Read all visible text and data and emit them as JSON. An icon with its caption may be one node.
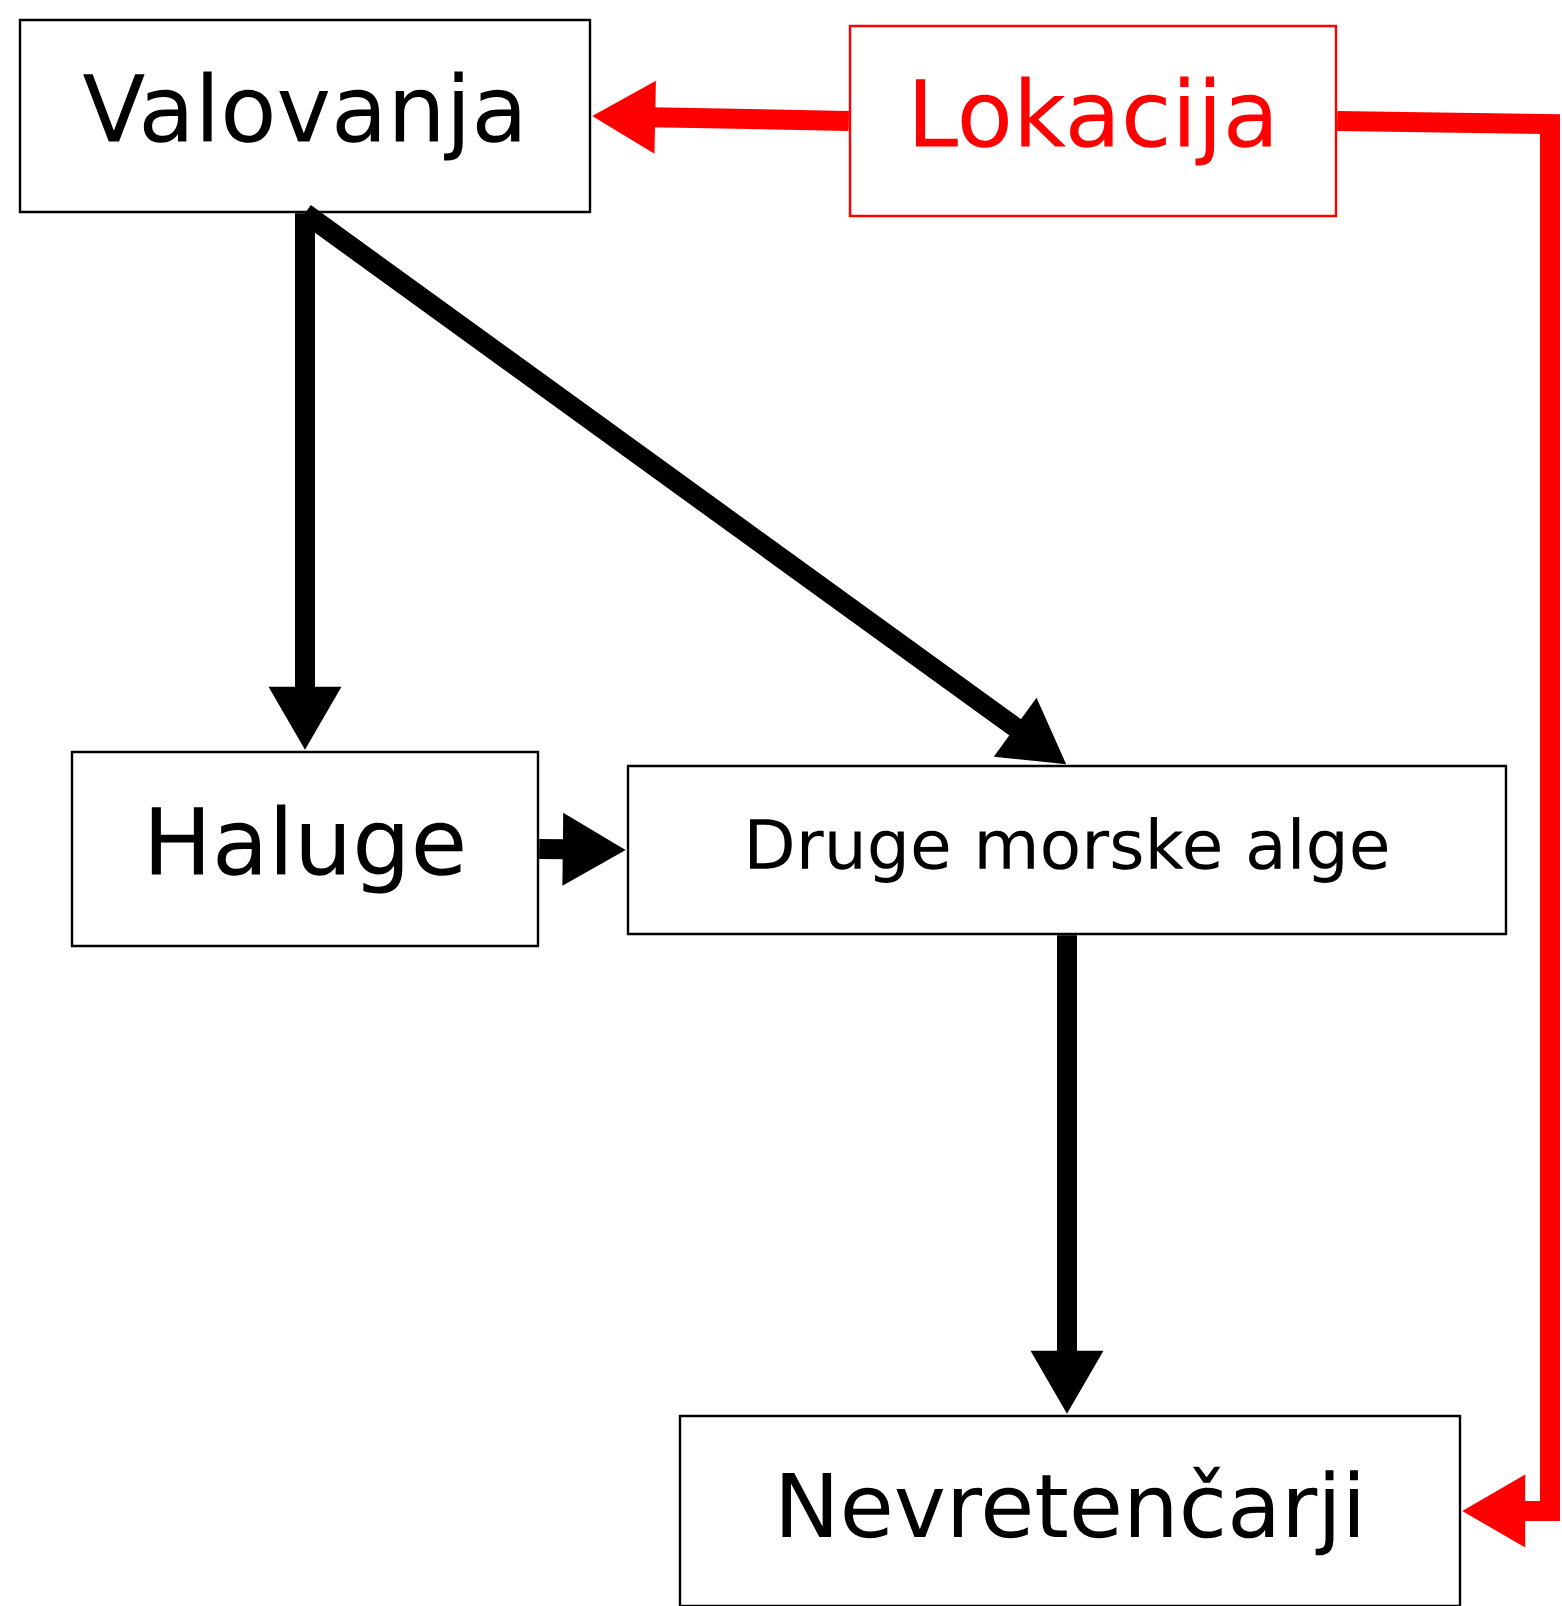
{
  "diagram": {
    "nodes": [
      {
        "text": [
          "Valovanja"
        ]
      },
      {
        "text": [
          "Lokacija"
        ]
      },
      {
        "text": [
          "Haluge"
        ]
      },
      {
        "text": [
          "Druge morske alge"
        ]
      },
      {
        "text": [
          "Nevretenčarji"
        ]
      }
    ],
    "edges": [
      {
        "from": 1,
        "to": 0,
        "arrow": "to",
        "color": "#ff0000"
      },
      {
        "from": 1,
        "to": 4,
        "arrow": "to",
        "color": "#ff0000"
      },
      {
        "from": 0,
        "to": 2,
        "arrow": "to"
      },
      {
        "from": 0,
        "to": 3,
        "arrow": "to"
      },
      {
        "from": 2,
        "to": 3,
        "arrow": "to"
      },
      {
        "from": 3,
        "to": 4,
        "arrow": "to"
      }
    ]
  }
}
